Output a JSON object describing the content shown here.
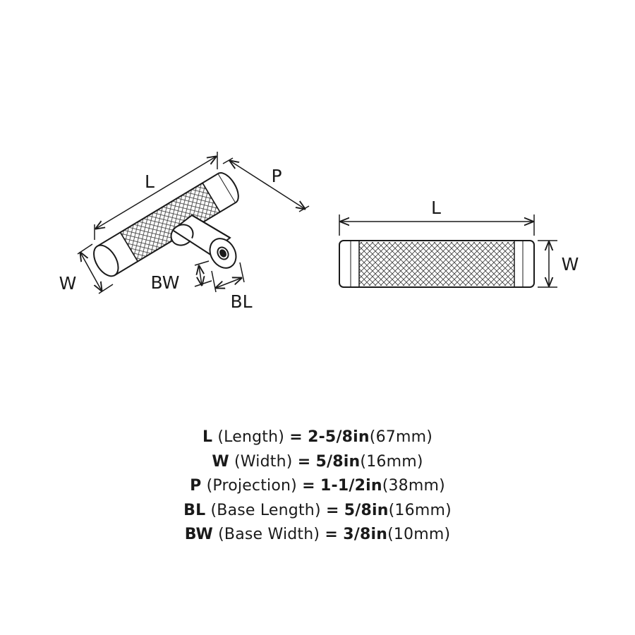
{
  "labels": {
    "iso_length": "L",
    "iso_projection": "P",
    "iso_width": "W",
    "iso_base_width": "BW",
    "iso_base_length": "BL",
    "side_length": "L",
    "side_width": "W"
  },
  "specs": [
    {
      "code": "L",
      "name": "(Length)",
      "eq": "=",
      "imperial": "2-5/8in",
      "metric": "(67mm)"
    },
    {
      "code": "W",
      "name": "(Width)",
      "eq": "=",
      "imperial": "5/8in",
      "metric": "(16mm)"
    },
    {
      "code": "P",
      "name": "(Projection)",
      "eq": "=",
      "imperial": "1-1/2in",
      "metric": "(38mm)"
    },
    {
      "code": "BL",
      "name": "(Base Length)",
      "eq": "=",
      "imperial": "5/8in",
      "metric": "(16mm)"
    },
    {
      "code": "BW",
      "name": "(Base Width)",
      "eq": "=",
      "imperial": "3/8in",
      "metric": "(10mm)"
    }
  ]
}
